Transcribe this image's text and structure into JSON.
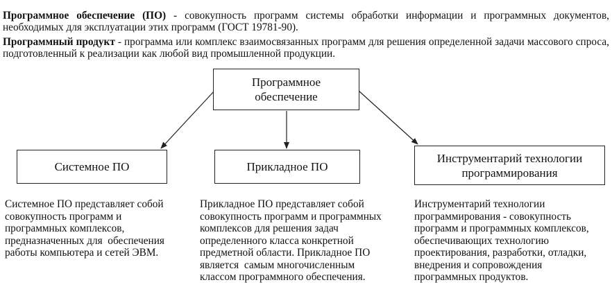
{
  "definitions": [
    {
      "term": "Программное обеспечение (ПО)",
      "text": " - совокупность программ системы обработки информации и программных документов, необходимых для эксплуатации этих программ (ГОСТ 19781-90)."
    },
    {
      "term": "Программный продукт",
      "text": " - программа или комплекс взаимосвязанных программ для решения определенной задачи массового спроса, подготовленный к реализации как любой вид промышленной продукции."
    }
  ],
  "diagram": {
    "root": {
      "lines": [
        "Программное",
        "обеспечение"
      ]
    },
    "children": [
      {
        "lines": [
          "Системное ПО"
        ],
        "description": [
          "Системное ПО представляет собой",
          "совокупность программ и",
          "программных комплексов,",
          "предназначенных для  обеспечения",
          "работы компьютера и сетей ЭВМ."
        ]
      },
      {
        "lines": [
          "Прикладное ПО"
        ],
        "description": [
          "Прикладное ПО представляет собой",
          "совокупность программ и программных",
          "комплексов для решения задач",
          "определенного класса конкретной",
          "предметной области. Прикладное ПО",
          "является  самым многочисленным",
          "классом программного обеспечения."
        ]
      },
      {
        "lines": [
          "Инструментарий технологии",
          "программирования"
        ],
        "description": [
          "Инструментарий технологии",
          "программирования - совокупность",
          "программ и программных комплексов,",
          "обеспечивающих технологию",
          "проектирования, разработки, отладки,",
          "внедрения и сопровождения",
          "программных продуктов."
        ]
      }
    ]
  }
}
